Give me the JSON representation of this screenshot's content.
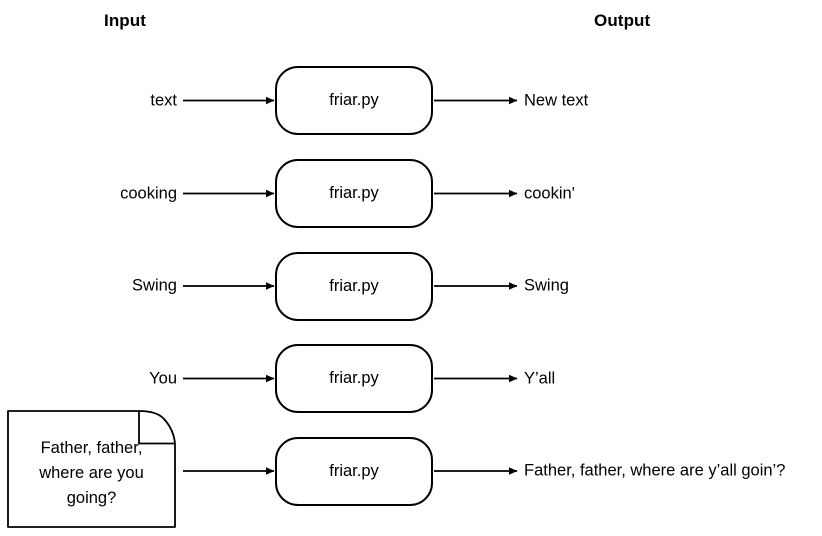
{
  "diagram": {
    "title": "friar.py input/output flow",
    "headers": {
      "input": "Input",
      "output": "Output"
    },
    "process_label": "friar.py",
    "stroke_color": "#000000",
    "background_color": "#ffffff",
    "rows": [
      {
        "input": "text",
        "process": "friar.py",
        "output": "New text"
      },
      {
        "input": "cooking",
        "process": "friar.py",
        "output": "cookin'"
      },
      {
        "input": "Swing",
        "process": "friar.py",
        "output": "Swing"
      },
      {
        "input": "You",
        "process": "friar.py",
        "output": "Y’all"
      },
      {
        "input": "",
        "process": "friar.py",
        "output": "Father, father, where are y’all goin’?"
      }
    ],
    "note": {
      "lines": [
        "Father, father,",
        "where are you",
        "going?"
      ],
      "text": "Father, father, where are you going?"
    },
    "icons": {
      "arrow": "arrow-right-icon",
      "note": "document-note-icon"
    }
  }
}
